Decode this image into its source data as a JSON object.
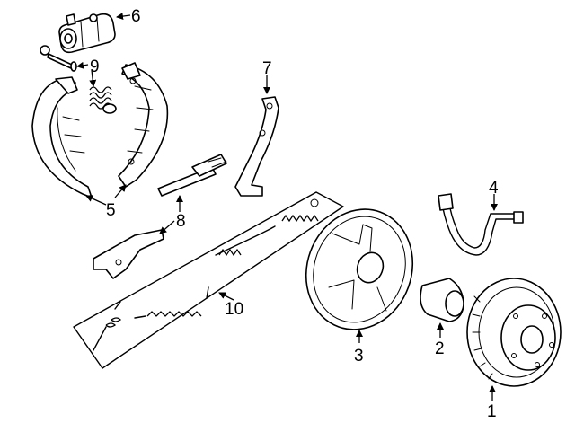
{
  "diagram": {
    "callouts": [
      {
        "id": "1",
        "label": "1",
        "part": "drum"
      },
      {
        "id": "2",
        "label": "2",
        "part": "hub"
      },
      {
        "id": "3",
        "label": "3",
        "part": "backing-plate"
      },
      {
        "id": "4",
        "label": "4",
        "part": "brake-hose"
      },
      {
        "id": "5",
        "label": "5",
        "part": "brake-shoes"
      },
      {
        "id": "6",
        "label": "6",
        "part": "wheel-cylinder"
      },
      {
        "id": "7",
        "label": "7",
        "part": "parking-brake-lever"
      },
      {
        "id": "8",
        "label": "8",
        "part": "adjuster"
      },
      {
        "id": "9",
        "label": "9",
        "part": "hold-down-kit"
      },
      {
        "id": "10",
        "label": "10",
        "part": "hardware-kit"
      }
    ],
    "colors": {
      "ink": "#000000",
      "paper": "#ffffff"
    }
  }
}
